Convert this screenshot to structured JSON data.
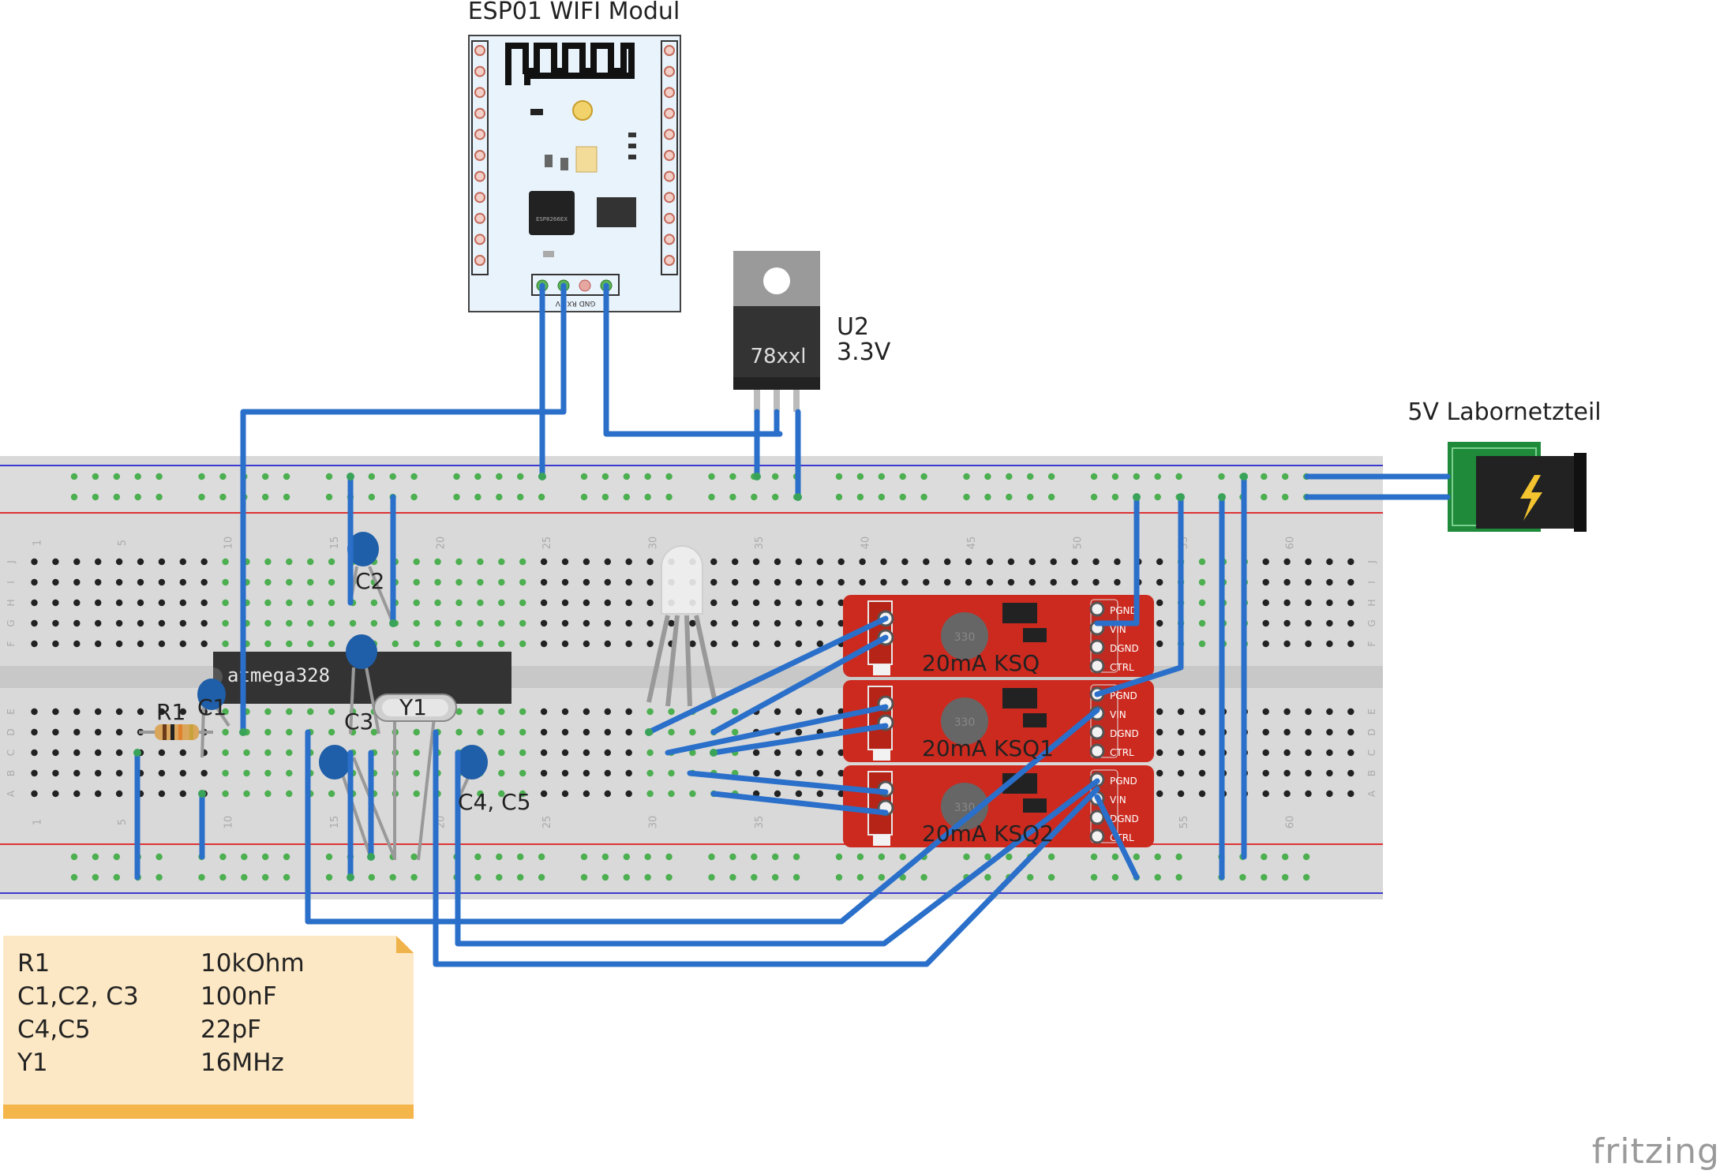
{
  "labels": {
    "esp_title": "ESP01 WIFI Modul",
    "regulator_name": "U2",
    "regulator_voltage": "3.3V",
    "regulator_chip": "78xxl",
    "power_supply": "5V Labornetzteil",
    "mcu": "atmega328",
    "r1": "R1",
    "c1": "C1",
    "c2": "C2",
    "c3": "C3",
    "y1": "Y1",
    "c4c5": "C4, C5",
    "ksq0": "20mA KSQ",
    "ksq1": "20mA KSQ1",
    "ksq2": "20mA KSQ2",
    "esp_pins": "GND  RX  3V",
    "inductor": "330"
  },
  "ksq_pins": [
    "PGND",
    "VIN",
    "DGND",
    "CTRL"
  ],
  "breadboard": {
    "column_numbers": [
      "1",
      "5",
      "10",
      "15",
      "20",
      "25",
      "30",
      "35",
      "40",
      "45",
      "50",
      "55",
      "60"
    ],
    "row_letters_top": [
      "J",
      "I",
      "H",
      "G",
      "F"
    ],
    "row_letters_bottom": [
      "E",
      "D",
      "C",
      "B",
      "A"
    ]
  },
  "parts_list": [
    {
      "part": "R1",
      "value": "10kOhm"
    },
    {
      "part": "C1,C2, C3",
      "value": "100nF"
    },
    {
      "part": "C4,C5",
      "value": "22pF"
    },
    {
      "part": "Y1",
      "value": "16MHz"
    }
  ],
  "brand": "fritzing",
  "colors": {
    "wire": "#2a6fc9",
    "breadboard": "#d9d9d9",
    "rail_red": "#d33",
    "rail_blue": "#33c",
    "ksq_board": "#cc2a1f",
    "esp_board": "#e9f3fb",
    "note": "#fde8c5"
  }
}
